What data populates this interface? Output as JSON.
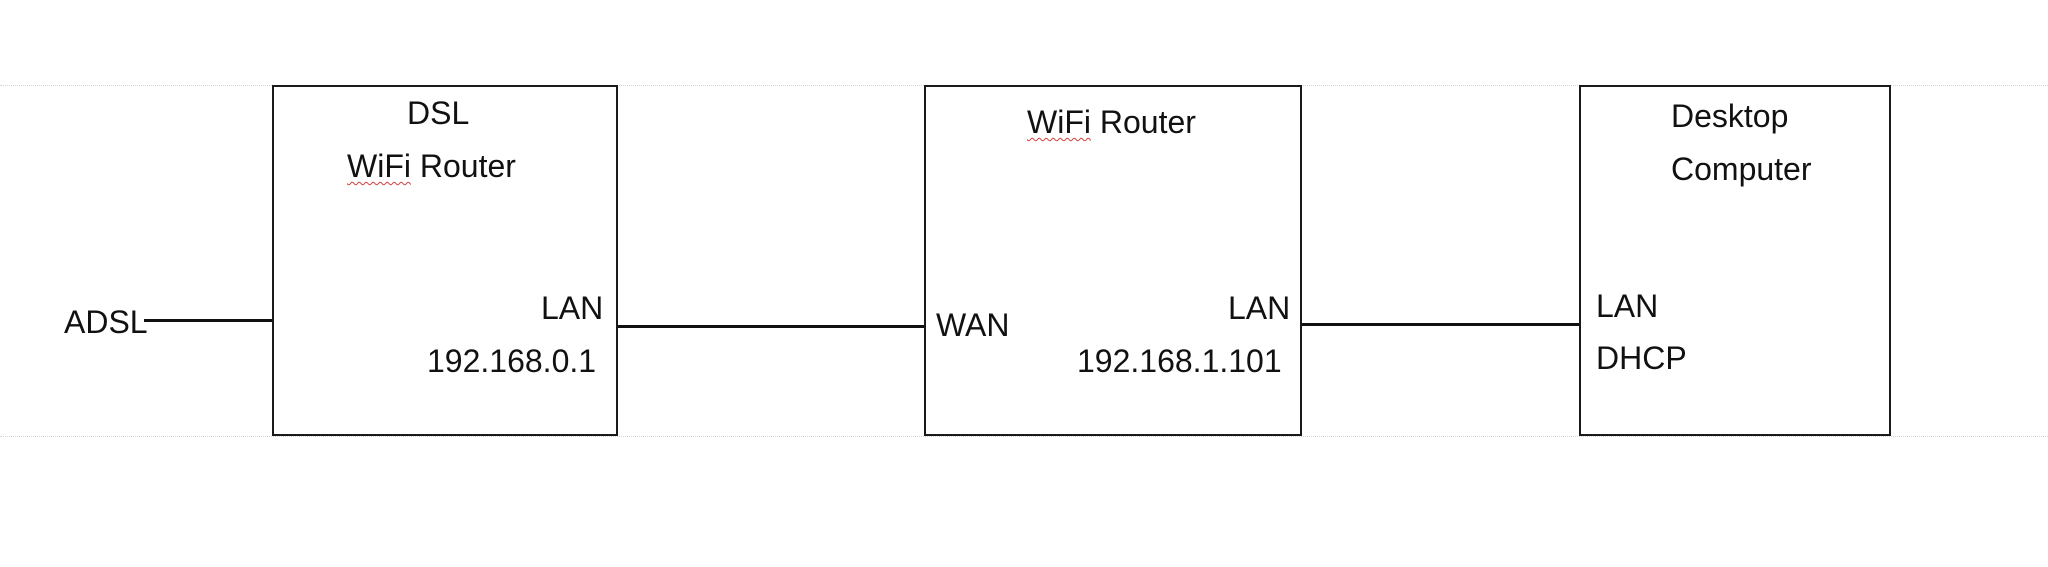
{
  "input": {
    "label": "ADSL"
  },
  "devices": [
    {
      "id": "dsl-router",
      "title_lines": [
        "DSL",
        "WiFi Router"
      ],
      "ports": [
        {
          "name": "LAN",
          "value": "192.168.0.1"
        }
      ]
    },
    {
      "id": "wifi-router",
      "title_lines": [
        "WiFi Router"
      ],
      "ports": [
        {
          "name": "WAN",
          "value": ""
        },
        {
          "name": "LAN",
          "value": "192.168.1.101"
        }
      ]
    },
    {
      "id": "desktop-computer",
      "title_lines": [
        "Desktop",
        "Computer"
      ],
      "ports": [
        {
          "name": "LAN",
          "value": "DHCP"
        }
      ]
    }
  ],
  "colors": {
    "line": "#111111",
    "box_border": "#1a1a1a",
    "spellcheck": "#d23c3c",
    "guide": "#d6d6d6"
  }
}
